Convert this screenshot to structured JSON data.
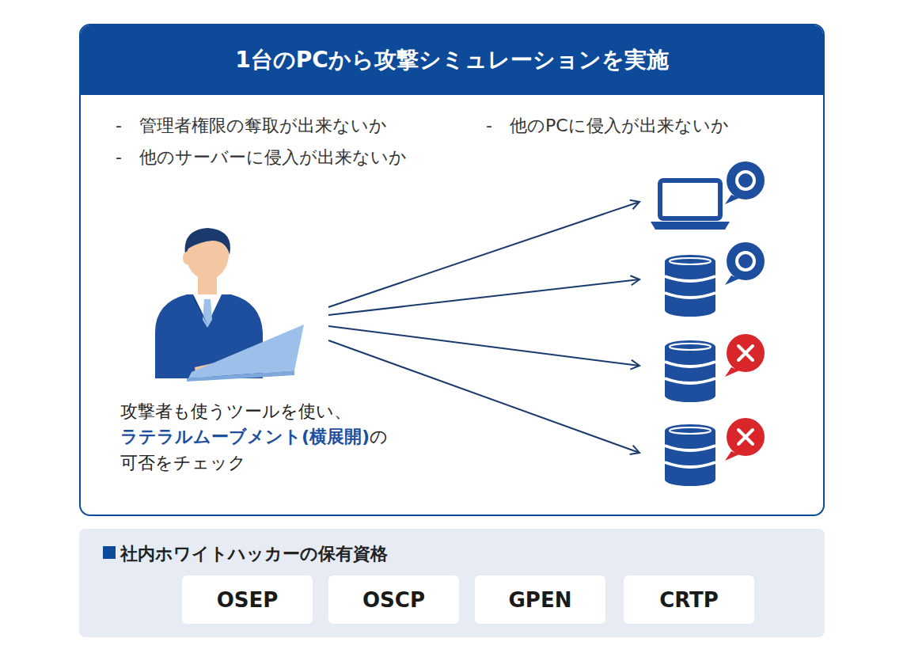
{
  "diagram": {
    "nodes": [
      {
        "text": [
          "1台のPCから攻撃シミュレーションを実施"
        ]
      },
      {
        "text": [
          "社内ホワイトハッカーの保有資格"
        ]
      },
      {
        "text": [
          "OSEP"
        ],
        "in": 1
      },
      {
        "text": [
          "OSCP"
        ],
        "in": 1
      },
      {
        "text": [
          "GPEN"
        ],
        "in": 1
      },
      {
        "text": [
          "CRTP"
        ],
        "in": 1
      }
    ],
    "labels": [
      "-　管理者権限の奪取が出来ないか",
      "-　他のPCに侵入が出来ないか",
      "-　他のサーバーに侵入が出来ないか",
      "攻撃者も使うツールを使い、",
      "ラテラルムーブメント(横展開)",
      "の",
      "可否をチェック"
    ]
  }
}
